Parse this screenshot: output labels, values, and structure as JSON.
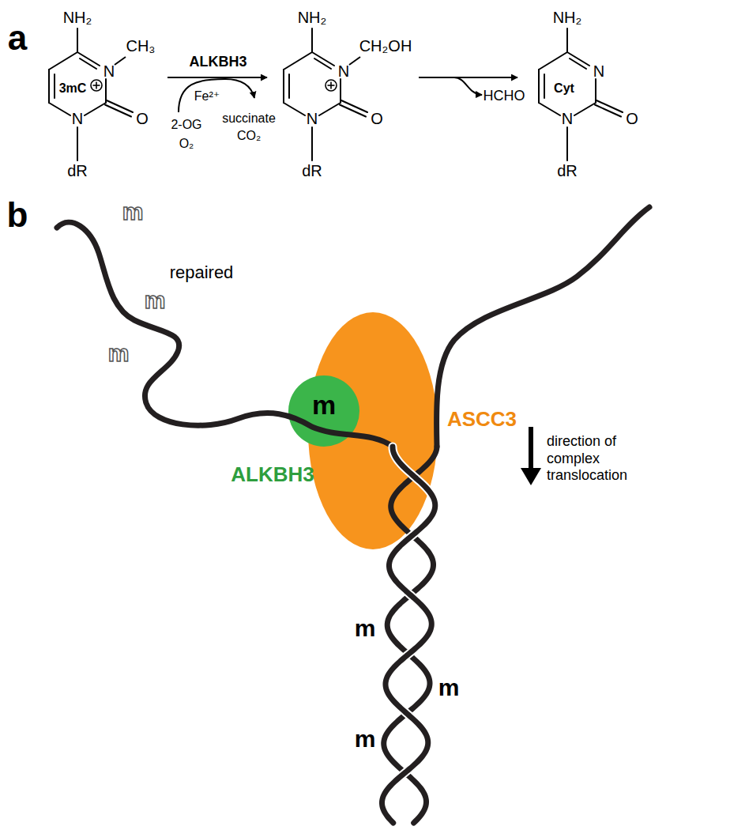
{
  "diagram": {
    "nodes": [
      {
        "text": [
          "m",
          "ALKBH3"
        ]
      },
      {
        "text": [
          "ASCC3"
        ]
      }
    ],
    "labels": [
      "a",
      "NH₂",
      "N",
      "CH₃",
      "3mC",
      "N",
      "O",
      "dR",
      "ALKBH3",
      "Fe²⁺",
      "2-OG",
      "O₂",
      "succinate",
      "CO₂",
      "NH₂",
      "N",
      "CH₂OH",
      "N",
      "O",
      "dR",
      "HCHO",
      "NH₂",
      "N",
      "Cyt",
      "N",
      "O",
      "dR",
      "b",
      "m",
      "m",
      "m",
      "repaired",
      "m",
      "m",
      "m",
      "direction of complex translocation"
    ]
  }
}
